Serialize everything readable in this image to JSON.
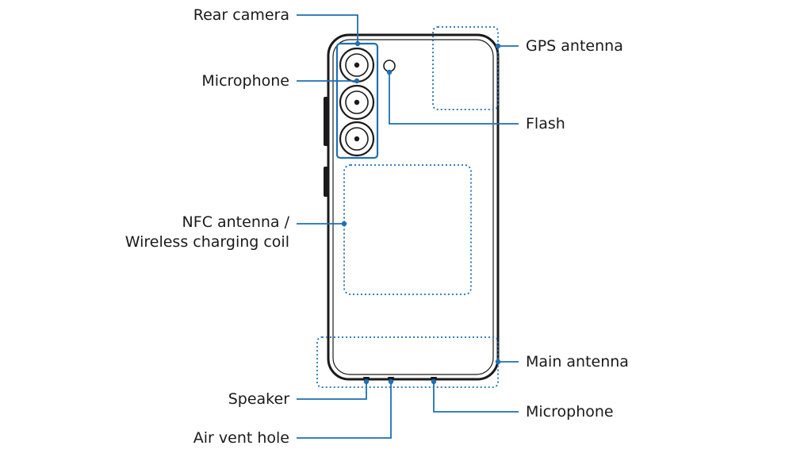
{
  "colors": {
    "callout": "#1f6fb5",
    "body": "#1a1a1a",
    "background": "#ffffff"
  },
  "labels": {
    "rear_camera": "Rear camera",
    "microphone_top": "Microphone",
    "nfc_line1": "NFC antenna /",
    "nfc_line2": "Wireless charging coil",
    "speaker": "Speaker",
    "air_vent": "Air vent hole",
    "gps_antenna": "GPS antenna",
    "flash": "Flash",
    "main_antenna": "Main antenna",
    "microphone_bottom": "Microphone"
  }
}
